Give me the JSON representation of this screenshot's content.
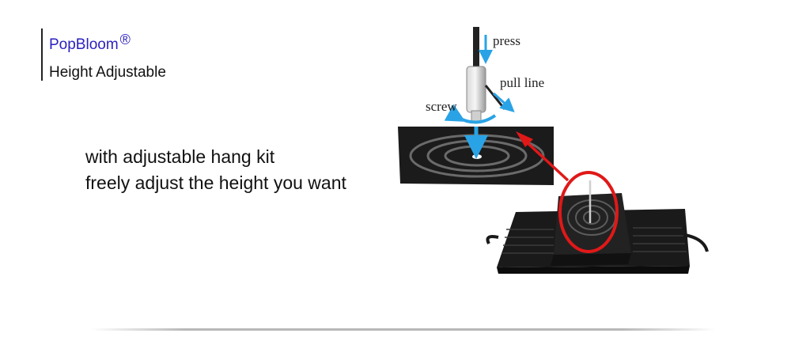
{
  "brand": {
    "name": "PopBloom",
    "registered_mark": "®",
    "tagline": "Height Adjustable"
  },
  "description": {
    "line1": "with adjustable hang kit",
    "line2": "freely adjust the height you want"
  },
  "diagram": {
    "label_press": "press",
    "label_pull_line": "pull line",
    "label_screw": "screw"
  },
  "colors": {
    "brand": "#2a1fc0",
    "arrow_blue": "#29a3e6",
    "highlight_red": "#e01818",
    "device_dark": "#1a1a1a"
  }
}
